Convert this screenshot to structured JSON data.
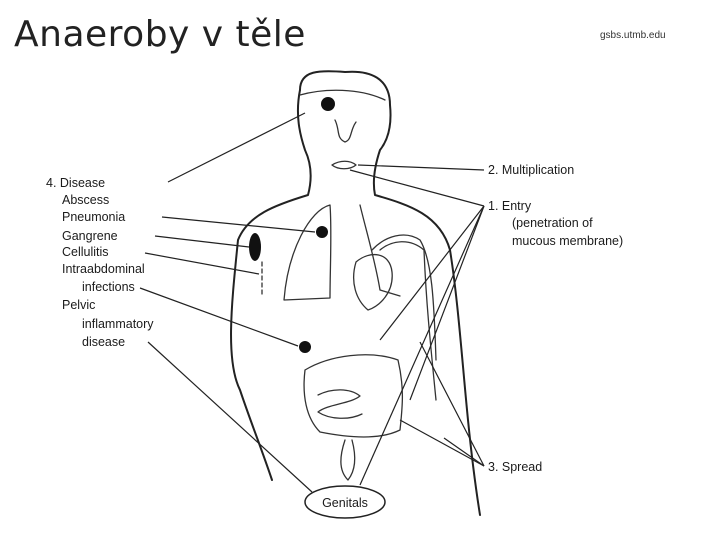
{
  "header": {
    "title": "Anaeroby v těle",
    "source": "gsbs.utmb.edu"
  },
  "diagram": {
    "disease_heading": "4. Disease",
    "disease_items": [
      "Abscess",
      "Pneumonia",
      "Gangrene",
      "Cellulitis",
      "Intraabdominal",
      "infections",
      "Pelvic",
      "inflammatory",
      "disease"
    ],
    "multiplication": "2. Multiplication",
    "entry": [
      "1. Entry",
      "(penetration of",
      "mucous membrane)"
    ],
    "spread": "3. Spread",
    "genitals": "Genitals"
  }
}
